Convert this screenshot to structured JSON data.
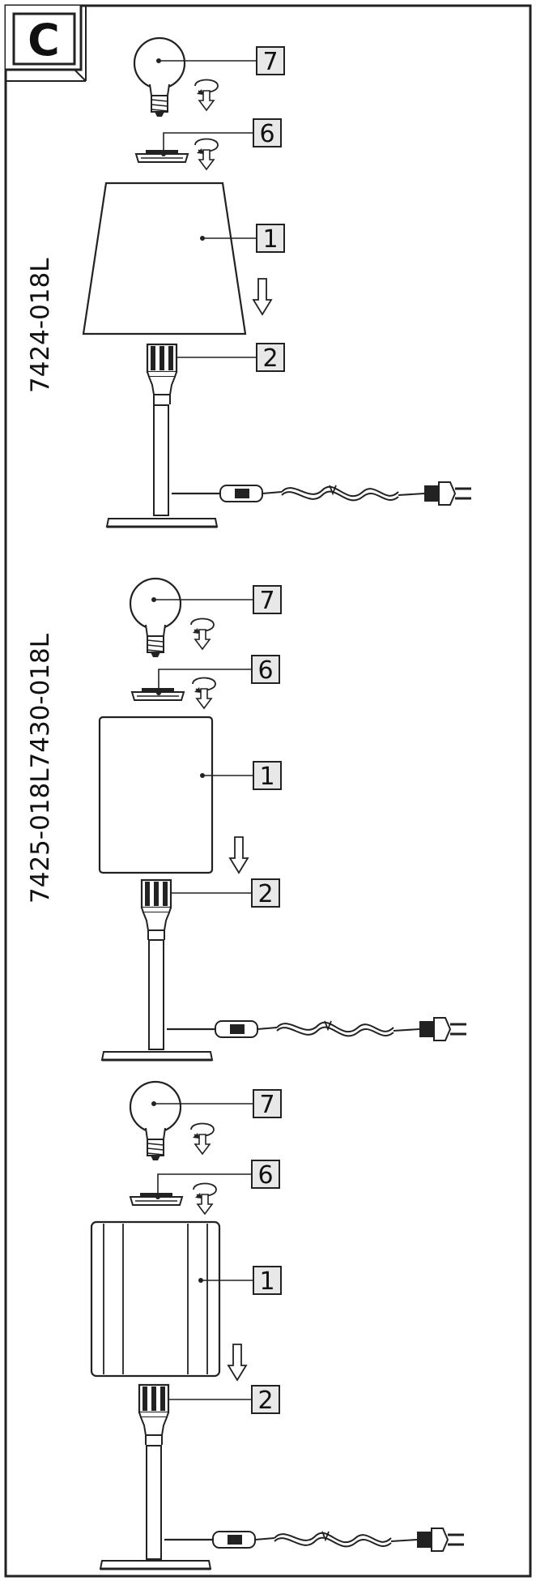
{
  "panel_letter": "C",
  "models": [
    "7424-018L",
    "7425-018L7430-018L"
  ],
  "lamps": [
    {
      "shade_style": "tapered",
      "callouts": {
        "bulb": "7",
        "bulb_holder": "6",
        "shade": "1",
        "socket": "2"
      }
    },
    {
      "shade_style": "square",
      "callouts": {
        "bulb": "7",
        "bulb_holder": "6",
        "shade": "1",
        "socket": "2"
      }
    },
    {
      "shade_style": "striped-cylinder",
      "callouts": {
        "bulb": "7",
        "bulb_holder": "6",
        "shade": "1",
        "socket": "2"
      }
    }
  ],
  "colors": {
    "line": "#222222",
    "background": "#ffffff"
  },
  "icons": [
    "bulb-icon",
    "rotate-down-icon",
    "down-arrow-icon",
    "plug-icon",
    "cord-switch-icon"
  ]
}
